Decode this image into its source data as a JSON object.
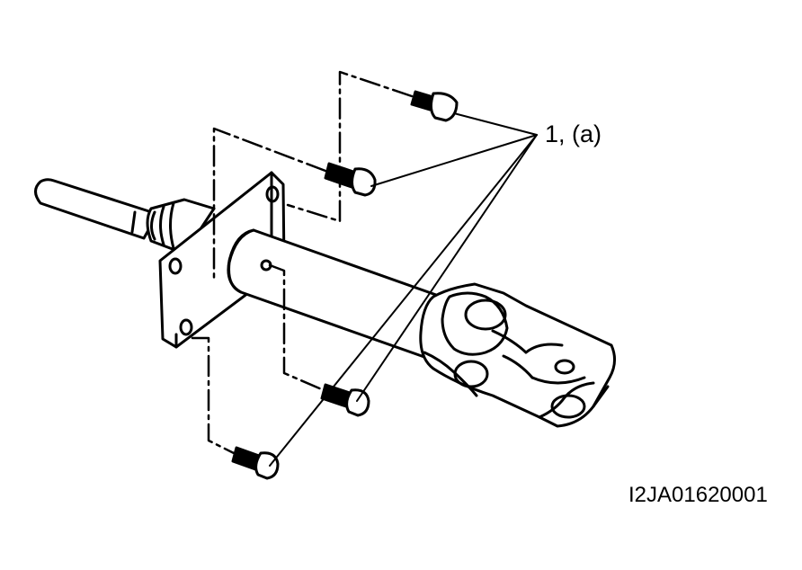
{
  "callout": {
    "label": "1, (a)",
    "target": "bolt"
  },
  "figure_id": "I2JA01620001",
  "parts": [
    "steering-shaft",
    "mounting-flange",
    "universal-joint",
    "bolt"
  ],
  "colors": {
    "line": "#000000",
    "background": "#ffffff"
  }
}
